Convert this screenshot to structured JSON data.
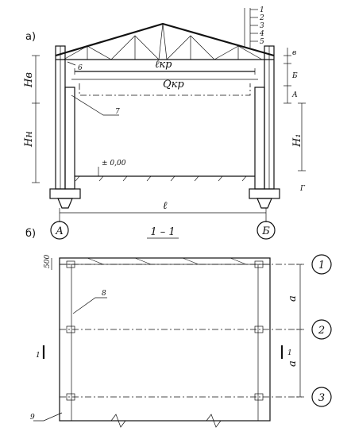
{
  "section_a": {
    "marker": "а)",
    "dims_left": [
      "Нв",
      "Нн"
    ],
    "dims_right": [
      "в",
      "Б",
      "А",
      "Н₁",
      "Г"
    ],
    "span_crane": "ℓкр",
    "crane_load": "Qкр",
    "elevation": "± 0,00",
    "callouts": [
      "6",
      "7"
    ],
    "layer_numbers": [
      "1",
      "2",
      "3",
      "4",
      "5"
    ],
    "span": "ℓ",
    "axis_left": "А",
    "axis_right": "Б"
  },
  "section_b": {
    "marker": "б)",
    "section_title": "1 – 1",
    "dim_top": "500",
    "dims_right": [
      "а",
      "а"
    ],
    "axes": [
      "1",
      "2",
      "3"
    ],
    "callouts": [
      "8",
      "9"
    ],
    "cut_marks": [
      "1",
      "1"
    ]
  }
}
